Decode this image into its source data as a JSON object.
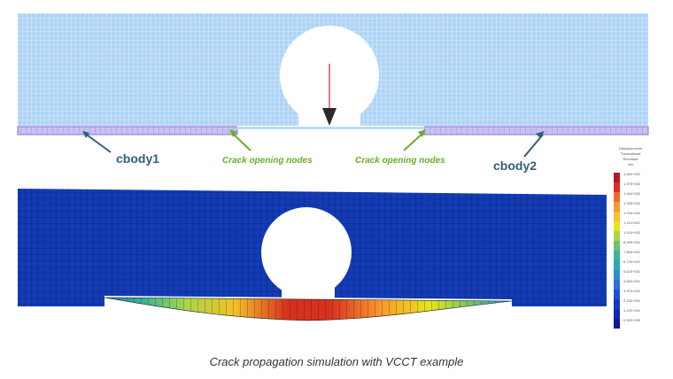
{
  "labels": {
    "cbody1": "cbody1",
    "cbody2": "cbody2",
    "crack_nodes_left": "Crack opening nodes",
    "crack_nodes_right": "Crack opening nodes"
  },
  "legend": {
    "title_lines": [
      "Displacements",
      "Translational",
      "Resultant",
      "mm"
    ],
    "ticks": [
      "1.560+002",
      "1.376+002",
      "1.464+002",
      "1.339+002",
      "1.249+002",
      "1.119+002",
      "1.010+002",
      "8.999+001",
      "7.850+001",
      "6.740+001",
      "5.620+001",
      "4.460+001",
      "3.370+001",
      "2.230+001",
      "1.120+001",
      "0.000+000"
    ],
    "colors": [
      "#b2182b",
      "#d7301f",
      "#ef6a2a",
      "#f89a2e",
      "#fbc02d",
      "#e6e619",
      "#a8d64a",
      "#6cc36b",
      "#3cb590",
      "#2aa8b0",
      "#2b8fcf",
      "#2b6fd9",
      "#2050d2",
      "#1838c4",
      "#1426b0",
      "#0f1a96"
    ]
  },
  "caption": "Crack propagation simulation with VCCT example",
  "colors": {
    "top_mesh_fill": "#aed4f5",
    "top_grid": "#ffffff",
    "contact_band": "#c6c2f0",
    "contact_edge": "#8a6fe0",
    "bottom_fill": "#123bb5",
    "bottom_grid": "#0b1c55",
    "label_blue": "#2f5f7d",
    "label_green": "#6cac2a",
    "arrow": "#cc2936"
  }
}
